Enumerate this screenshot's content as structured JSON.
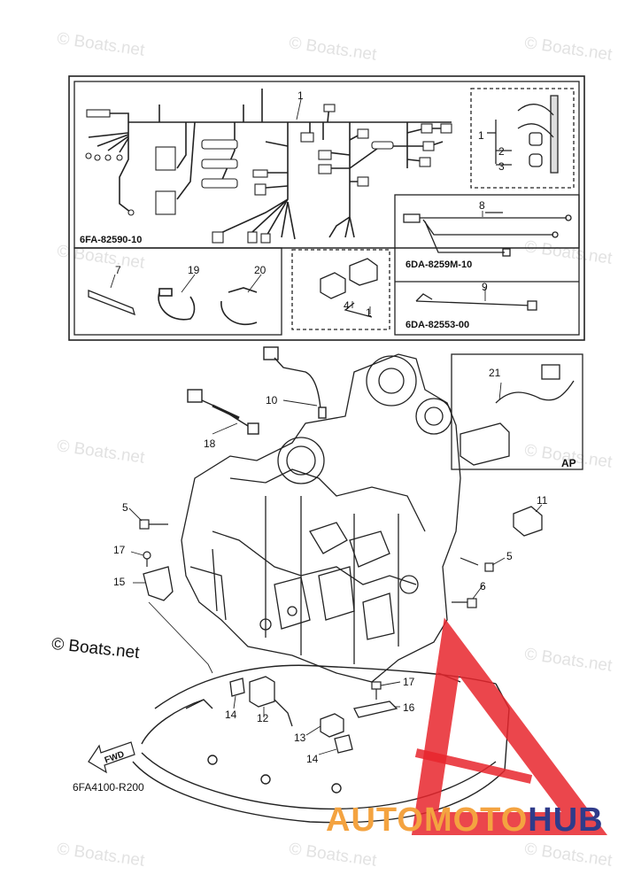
{
  "watermark": {
    "text": "© Boats.net"
  },
  "copyright": "© Boats.net",
  "inset_codes": {
    "main_harness": "6FA-82590-10",
    "harness_8": "6DA-8259M-10",
    "harness_9": "6DA-82553-00"
  },
  "callouts": [
    "1",
    "2",
    "3",
    "4",
    "5",
    "6",
    "7",
    "8",
    "9",
    "10",
    "11",
    "12",
    "13",
    "14",
    "15",
    "16",
    "17",
    "18",
    "19",
    "20",
    "21"
  ],
  "ap_label": "AP",
  "fwd_label": "FWD",
  "figure_code": "6FA4100-R200",
  "brand": {
    "part1": "AUTOMOTO",
    "part2": "HUB",
    "color1": "#f4a340",
    "color2": "#2f3b8a",
    "logo_red": "#e8262d"
  }
}
